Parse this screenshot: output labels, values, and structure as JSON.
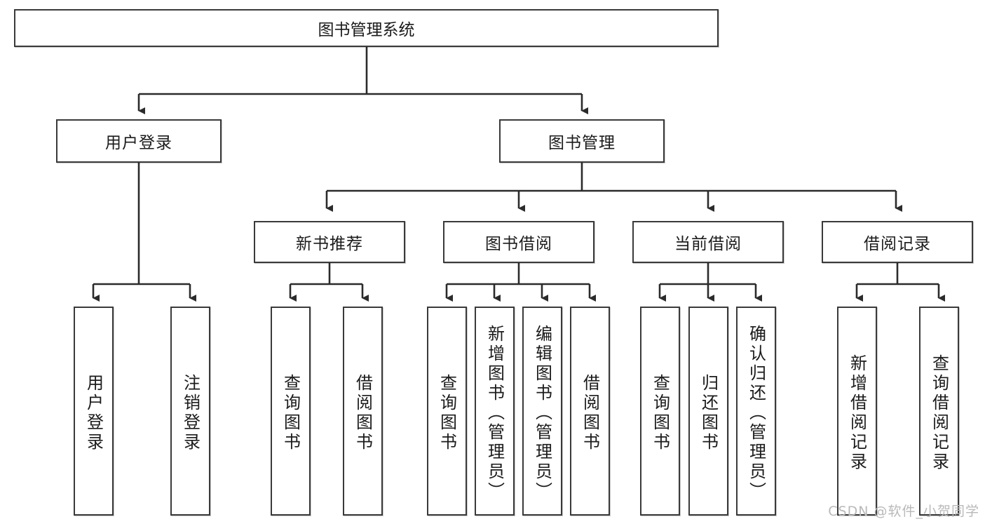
{
  "diagram": {
    "title": "图书管理系统",
    "type": "tree-hierarchy",
    "watermark": "CSDN @软件_小贺同学",
    "colors": {
      "stroke": "#3a3a3a",
      "fill": "#ffffff",
      "text": "#1b1b1b",
      "watermark": "#b9b9b9"
    },
    "root": {
      "label": "图书管理系统"
    },
    "level2": [
      {
        "label": "用户登录"
      },
      {
        "label": "图书管理"
      }
    ],
    "level3": [
      {
        "label": "新书推荐"
      },
      {
        "label": "图书借阅"
      },
      {
        "label": "当前借阅"
      },
      {
        "label": "借阅记录"
      }
    ],
    "leaves": {
      "user_login": [
        {
          "label": "用户登录"
        },
        {
          "label": "注销登录"
        }
      ],
      "new_book_recommend": [
        {
          "label": "查询图书"
        },
        {
          "label": "借阅图书"
        }
      ],
      "book_borrow": [
        {
          "label": "查询图书"
        },
        {
          "label": "新增图书（管理员）"
        },
        {
          "label": "编辑图书（管理员）"
        },
        {
          "label": "借阅图书"
        }
      ],
      "current_borrow": [
        {
          "label": "查询图书"
        },
        {
          "label": "归还图书"
        },
        {
          "label": "确认归还（管理员）"
        }
      ],
      "borrow_record": [
        {
          "label": "新增借阅记录"
        },
        {
          "label": "查询借阅记录"
        }
      ]
    }
  }
}
